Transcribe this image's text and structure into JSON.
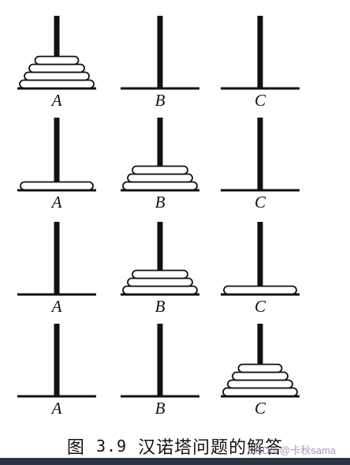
{
  "peg_names": [
    "A",
    "B",
    "C"
  ],
  "stages": [
    {
      "A": 4,
      "B": 0,
      "C": 0
    },
    {
      "A": 1,
      "B": 3,
      "C": 0
    },
    {
      "A": 0,
      "B": 3,
      "C": 1
    },
    {
      "A": 0,
      "B": 0,
      "C": 4
    }
  ],
  "caption": {
    "figure_label": "图",
    "figure_number": "3.9",
    "text": "汉诺塔问题的解答"
  },
  "watermark": "CSDN @卡秋sama",
  "colors": {
    "ink": "#111111",
    "disk_fill": "#ffffff",
    "bar": "#2a3442"
  }
}
